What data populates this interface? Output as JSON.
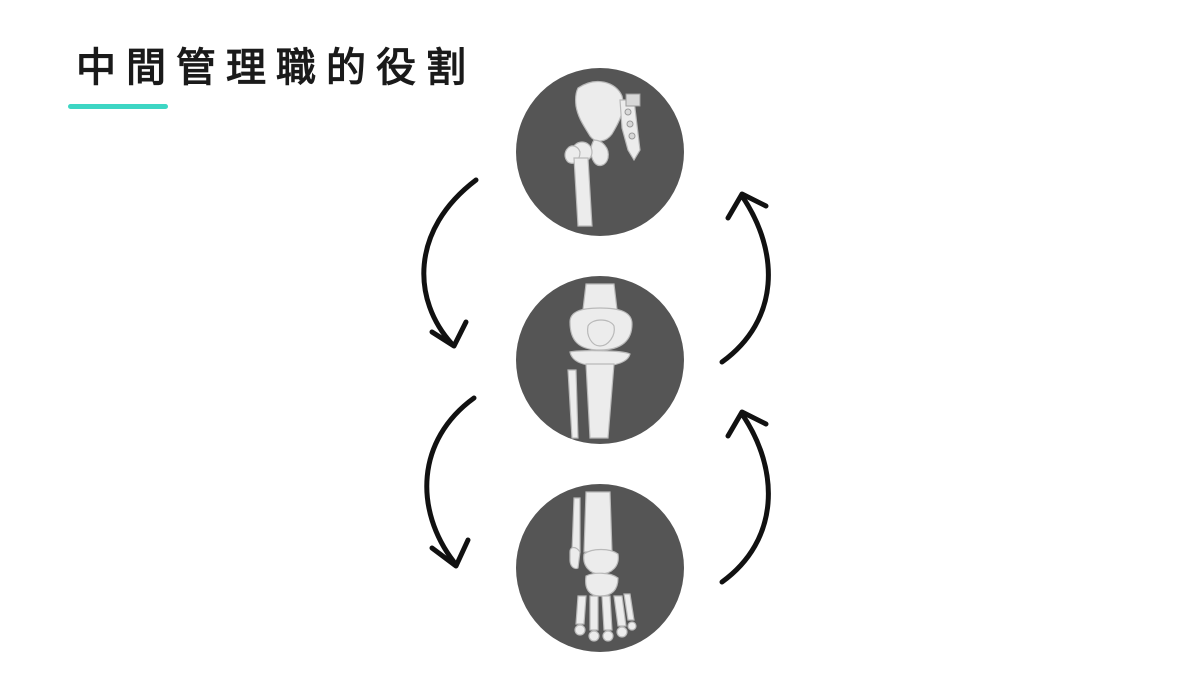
{
  "slide": {
    "title": "中間管理職的役割"
  },
  "colors": {
    "accent": "#3dd6c4",
    "circle_fill": "#555555",
    "bone_fill": "#ececec",
    "bone_stroke": "#b9b9b9",
    "arrow": "#111111"
  },
  "icons": {
    "top": "hip-joint-icon",
    "middle": "knee-joint-icon",
    "bottom": "ankle-foot-icon"
  },
  "arrows": [
    {
      "id": "arrow-hip-to-knee",
      "direction": "down"
    },
    {
      "id": "arrow-knee-to-ankle",
      "direction": "down"
    },
    {
      "id": "arrow-ankle-to-knee",
      "direction": "up"
    },
    {
      "id": "arrow-knee-to-hip",
      "direction": "up"
    }
  ]
}
